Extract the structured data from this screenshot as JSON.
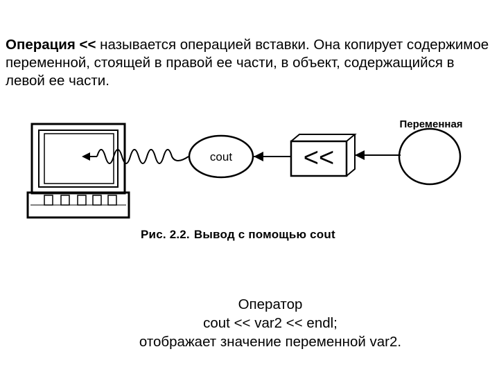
{
  "intro": {
    "term": "Операция <<",
    "text": " называется операцией вставки. Она копирует содержимое переменной, стоящей в правой ее части, в объект, содержащийся в левой ее части."
  },
  "figure": {
    "variable_label": "Переменная",
    "cout_label": "cout",
    "operator_symbol": "<<"
  },
  "caption": {
    "prefix": "Рис. 2.2.",
    "text": "Вывод с помощью cout"
  },
  "footer": {
    "line1": "Оператор",
    "line2": "cout << var2 << endl;",
    "line3": "отображает значение переменной var2."
  }
}
